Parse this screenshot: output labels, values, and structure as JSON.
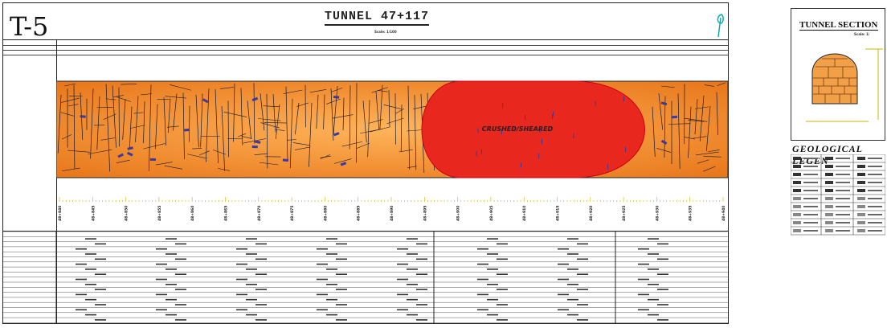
{
  "sheet": {
    "tag": "T-5",
    "title": "TUNNEL 47+117",
    "scale": "Scale: 1/100"
  },
  "profile": {
    "zone_label": "CRUSHED/SHEARED",
    "stations": [
      "48+840",
      "48+845",
      "48+850",
      "48+855",
      "48+860",
      "48+865",
      "48+870",
      "48+875",
      "48+880",
      "48+885",
      "48+890",
      "48+895",
      "48+900",
      "48+905",
      "48+910",
      "48+915",
      "48+920",
      "48+925",
      "48+930",
      "48+935",
      "48+940"
    ],
    "colors": {
      "rock": "#f29a3a",
      "rock_dark": "#e87a1c",
      "shear": "#e8281e",
      "joint": "#1a1a2e",
      "block": "#3a3aa0"
    }
  },
  "section": {
    "title": "TUNNEL SECTION",
    "scale": "Scale: 1/"
  },
  "legend": {
    "title": "GEOLOGICAL LEGEN"
  }
}
